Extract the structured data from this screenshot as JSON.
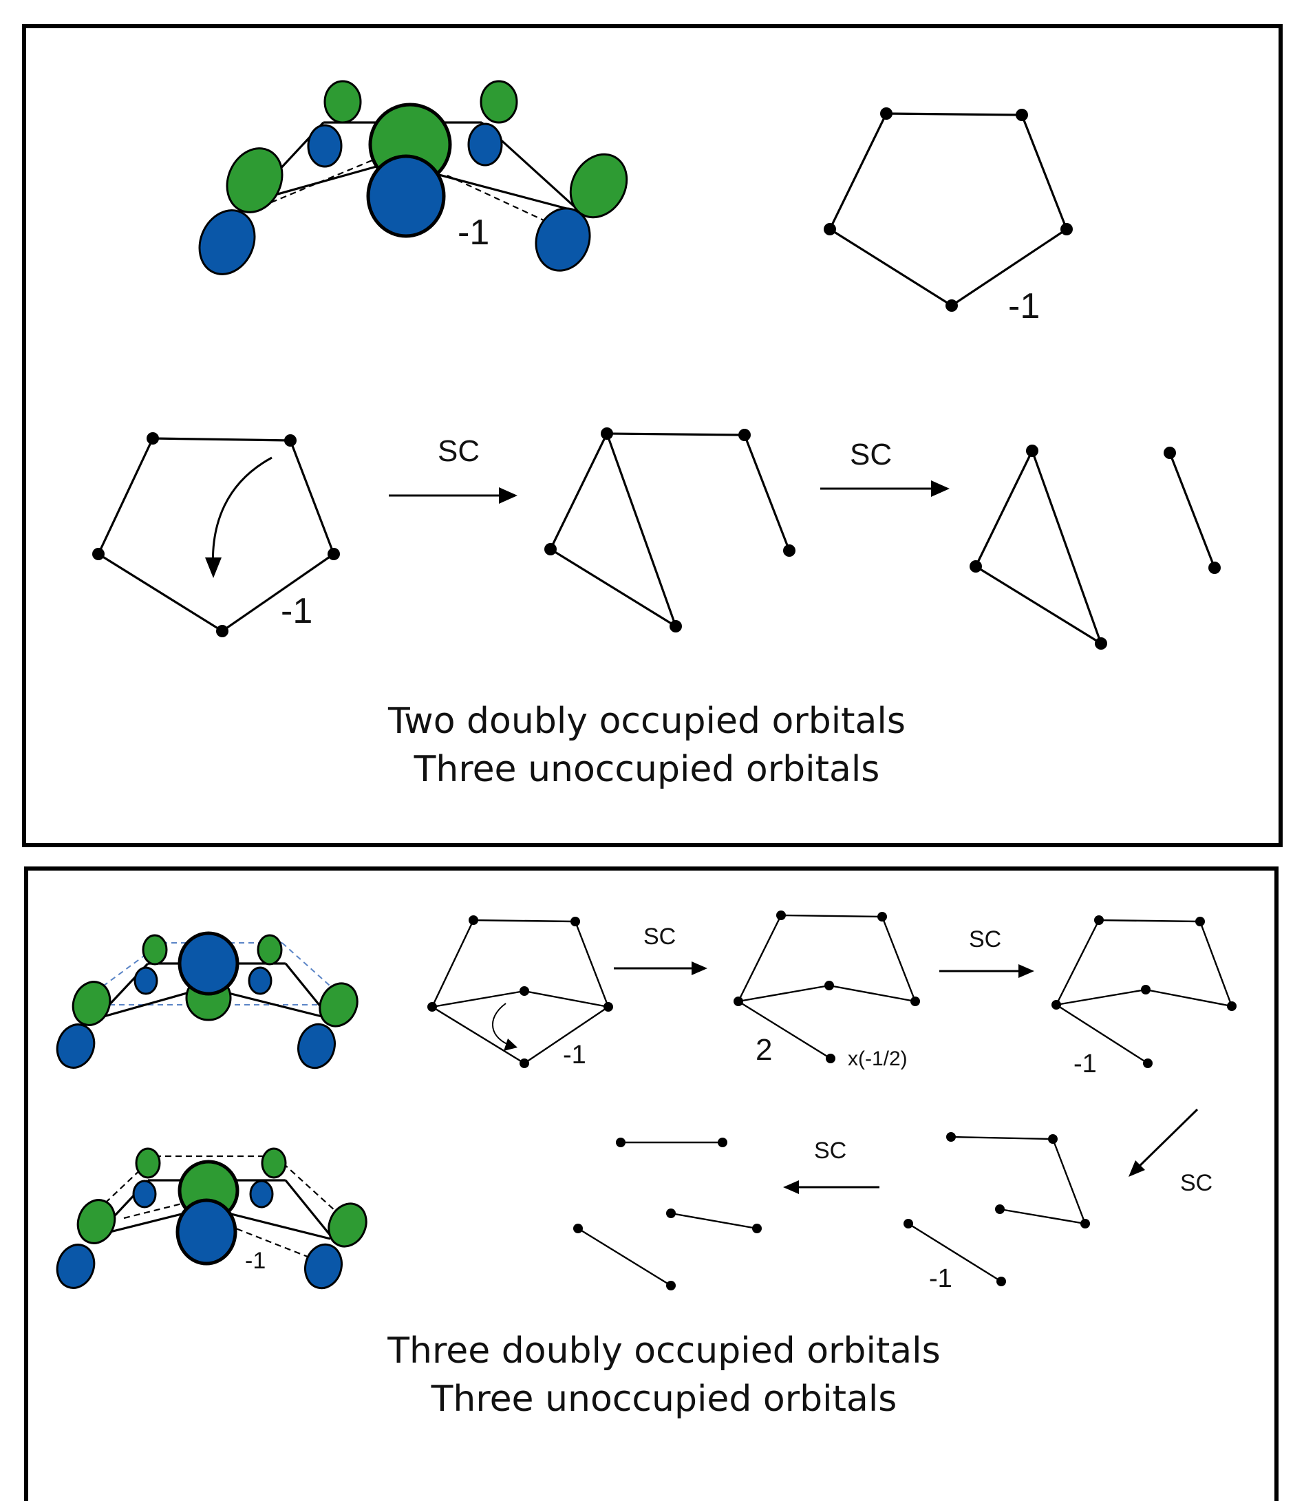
{
  "colors": {
    "green_lobe": "#2e9b33",
    "blue_lobe": "#0a57a8",
    "line": "#000000"
  },
  "top_panel": {
    "charge_orbital": "-1",
    "charge_pentagon": "-1",
    "charge_step0": "-1",
    "arrow1_label": "SC",
    "arrow2_label": "SC",
    "caption_line1": "Two doubly occupied orbitals",
    "caption_line2": "Three unoccupied orbitals"
  },
  "bottom_panel": {
    "charge_orbital2": "-1",
    "charge_step0": "-1",
    "weight_label": "2",
    "factor_label": "x(-1/2)",
    "charge_step2": "-1",
    "charge_step3": "-1",
    "arrow1_label": "SC",
    "arrow2_label": "SC",
    "arrow3_label": "SC",
    "arrow4_label": "SC",
    "caption_line1": "Three doubly occupied orbitals",
    "caption_line2": "Three unoccupied orbitals"
  }
}
